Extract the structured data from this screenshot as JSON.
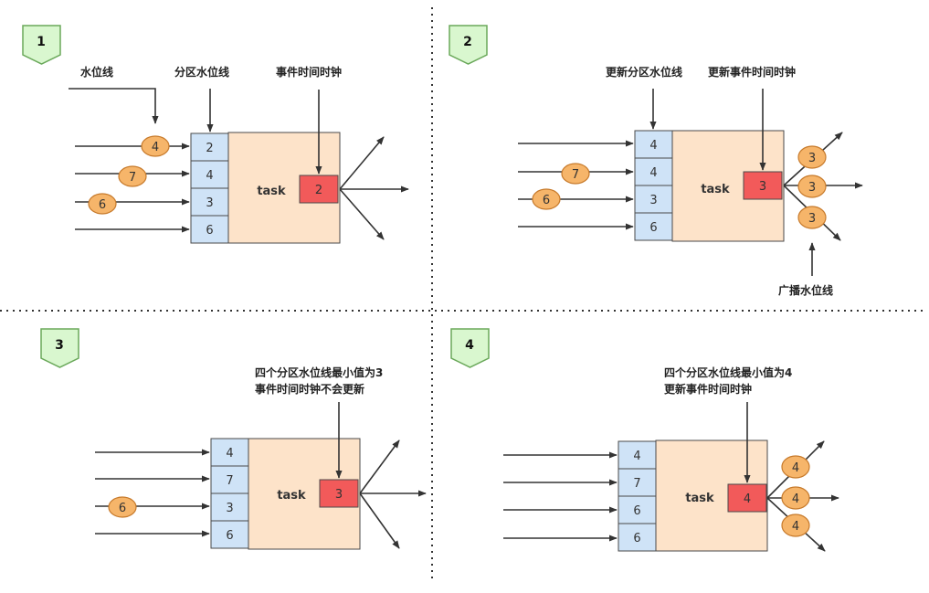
{
  "panels": [
    {
      "badge": "1",
      "task_label": "task",
      "labels": {
        "watermark": "水位线",
        "partition_watermark": "分区水位线",
        "event_clock": "事件时间时钟"
      },
      "partitions": [
        "2",
        "4",
        "3",
        "6"
      ],
      "incoming_watermarks": [
        "4",
        "7",
        "6"
      ],
      "clock": "2",
      "output_watermarks": []
    },
    {
      "badge": "2",
      "task_label": "task",
      "labels": {
        "update_partition": "更新分区水位线",
        "update_clock": "更新事件时间时钟",
        "broadcast": "广播水位线"
      },
      "partitions": [
        "4",
        "4",
        "3",
        "6"
      ],
      "incoming_watermarks": [
        "7",
        "6"
      ],
      "clock": "3",
      "output_watermarks": [
        "3",
        "3",
        "3"
      ]
    },
    {
      "badge": "3",
      "task_label": "task",
      "labels": {
        "note_line1": "四个分区水位线最小值为3",
        "note_line2": "事件时间时钟不会更新"
      },
      "partitions": [
        "4",
        "7",
        "3",
        "6"
      ],
      "incoming_watermarks": [
        "6"
      ],
      "clock": "3",
      "output_watermarks": []
    },
    {
      "badge": "4",
      "task_label": "task",
      "labels": {
        "note_line1": "四个分区水位线最小值为4",
        "note_line2": "更新事件时间时钟"
      },
      "partitions": [
        "4",
        "7",
        "6",
        "6"
      ],
      "incoming_watermarks": [],
      "clock": "4",
      "output_watermarks": [
        "4",
        "4",
        "4"
      ]
    }
  ],
  "colors": {
    "badge_fill": "#d9f7cf",
    "badge_stroke": "#6aa85a",
    "partition_fill": "#cfe3f7",
    "partition_stroke": "#4a4a4a",
    "task_fill": "#fde3c9",
    "clock_fill": "#f25a5a",
    "watermark_fill": "#f6b56a",
    "watermark_stroke": "#c77a2b"
  }
}
